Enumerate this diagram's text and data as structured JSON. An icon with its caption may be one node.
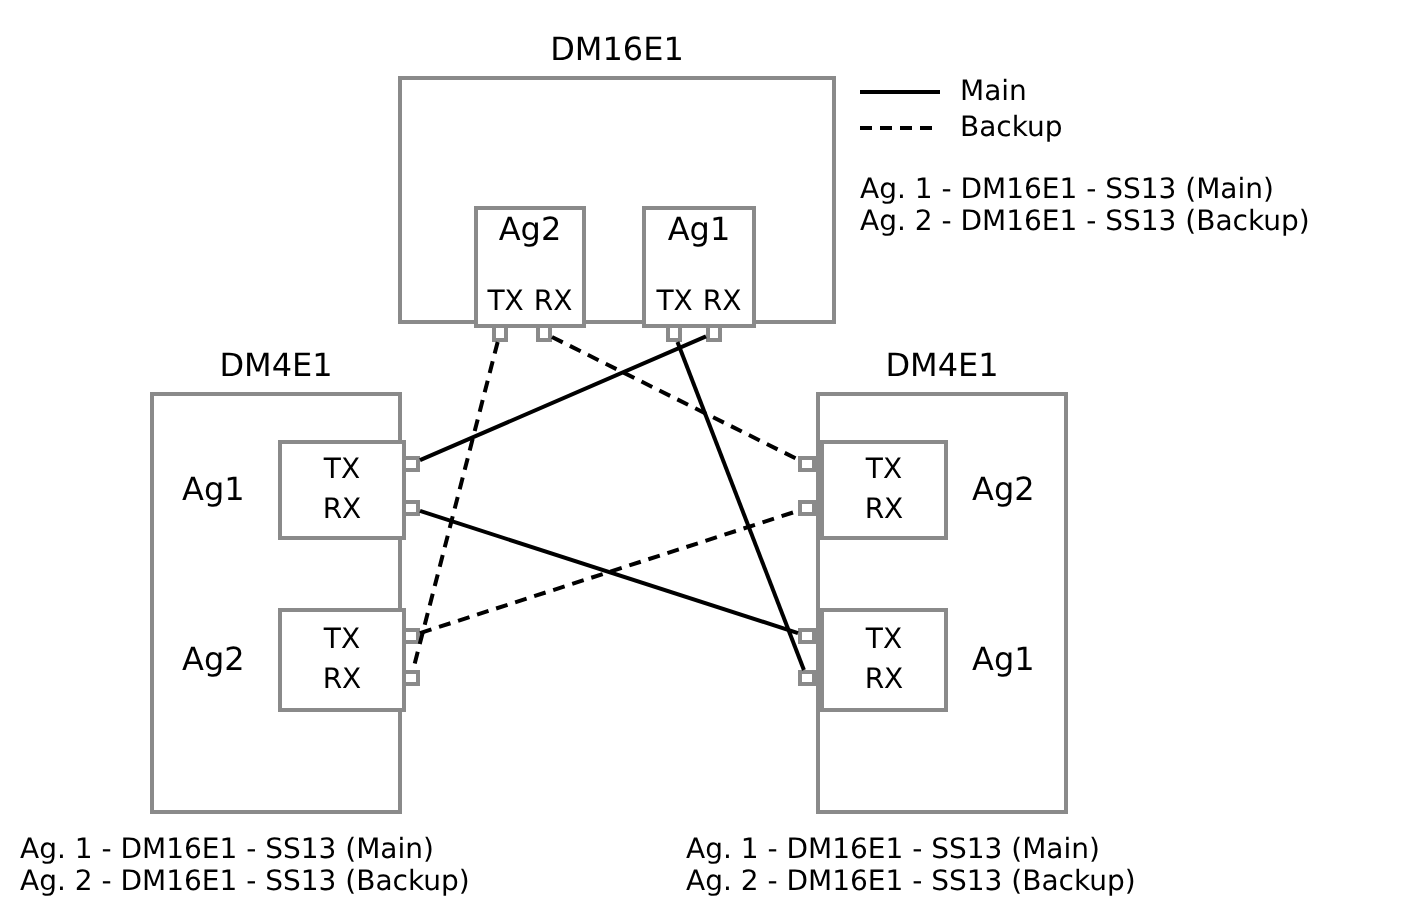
{
  "diagram": {
    "nodes": [
      {
        "text": [
          "DM16E1"
        ]
      },
      {
        "text": [
          "Ag2",
          "TX",
          "RX"
        ],
        "in": 0
      },
      {
        "text": [
          "Ag1",
          "TX",
          "RX"
        ],
        "in": 0
      },
      {
        "text": [],
        "shape": "box"
      },
      {
        "text": [],
        "shape": "box"
      },
      {
        "text": [],
        "shape": "box"
      },
      {
        "text": [],
        "shape": "box"
      },
      {
        "text": [
          "DM4E1"
        ]
      },
      {
        "text": [
          "Ag1",
          "TX",
          "RX"
        ],
        "in": 7
      },
      {
        "text": [
          "Ag2",
          "TX",
          "RX"
        ],
        "in": 7
      },
      {
        "text": [],
        "shape": "box"
      },
      {
        "text": [],
        "shape": "box"
      },
      {
        "text": [],
        "shape": "box"
      },
      {
        "text": [],
        "shape": "box"
      },
      {
        "text": [
          "DM4E1"
        ]
      },
      {
        "text": [
          "Ag2",
          "TX",
          "RX"
        ],
        "in": 14
      },
      {
        "text": [
          "Ag1",
          "TX",
          "RX"
        ],
        "in": 14
      },
      {
        "text": [],
        "shape": "box"
      },
      {
        "text": [],
        "shape": "box"
      },
      {
        "text": [],
        "shape": "box"
      },
      {
        "text": [],
        "shape": "box"
      }
    ],
    "edges": [
      {
        "from": 3,
        "to": 13,
        "arrow": "none",
        "style": "dashed"
      },
      {
        "from": 4,
        "to": 17,
        "arrow": "none",
        "style": "dashed"
      },
      {
        "from": 5,
        "to": 20,
        "arrow": "none"
      },
      {
        "from": 6,
        "to": 10,
        "arrow": "none"
      },
      {
        "from": 11,
        "to": 19,
        "arrow": "none"
      },
      {
        "from": 12,
        "to": 18,
        "arrow": "none",
        "style": "dashed"
      }
    ],
    "labels": [
      "Ag. 1 - DM16E1 - SS13 (Main)",
      "Ag. 2 - DM16E1 - SS13 (Backup)",
      "Ag. 1 - DM16E1 - SS13 (Main)",
      "Ag. 2 - DM16E1 - SS13 (Backup)",
      "Ag. 1 - DM16E1 - SS13 (Main)",
      "Ag. 2 - DM16E1 - SS13 (Backup)"
    ],
    "legend": [
      {
        "text": "Main"
      },
      {
        "text": "Backup"
      }
    ]
  }
}
